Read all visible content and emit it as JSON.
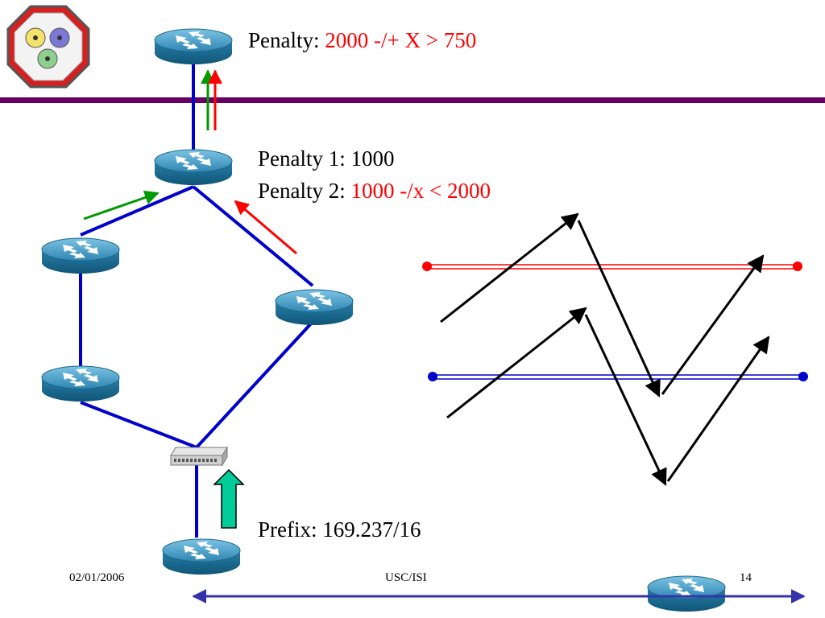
{
  "slide": {
    "penalty_top": {
      "label": "Penalty: ",
      "value": "2000 -/+ X > 750"
    },
    "penalty1": {
      "label": "Penalty 1: ",
      "value": "1000"
    },
    "penalty2": {
      "label": "Penalty 2: ",
      "value": "1000 -/x < 2000"
    },
    "prefix": "Prefix: 169.237/16",
    "footer": {
      "date": "02/01/2006",
      "org": "USC/ISI",
      "page": "14"
    }
  },
  "colors": {
    "link": "#0000cc",
    "banner": "#660066",
    "red_arrow": "#ff0000",
    "green_arrow": "#009900",
    "teal_arrow": "#00cc99",
    "router_top": "#4fa3c8",
    "router_side": "#1f6f96",
    "threshold_red": "#ff0000",
    "threshold_blue": "#0000cc",
    "footer_arrow": "#3333aa"
  },
  "icons": [
    "octagon-logo-icon",
    "router-icon",
    "switch-icon",
    "up-arrow-icon"
  ]
}
